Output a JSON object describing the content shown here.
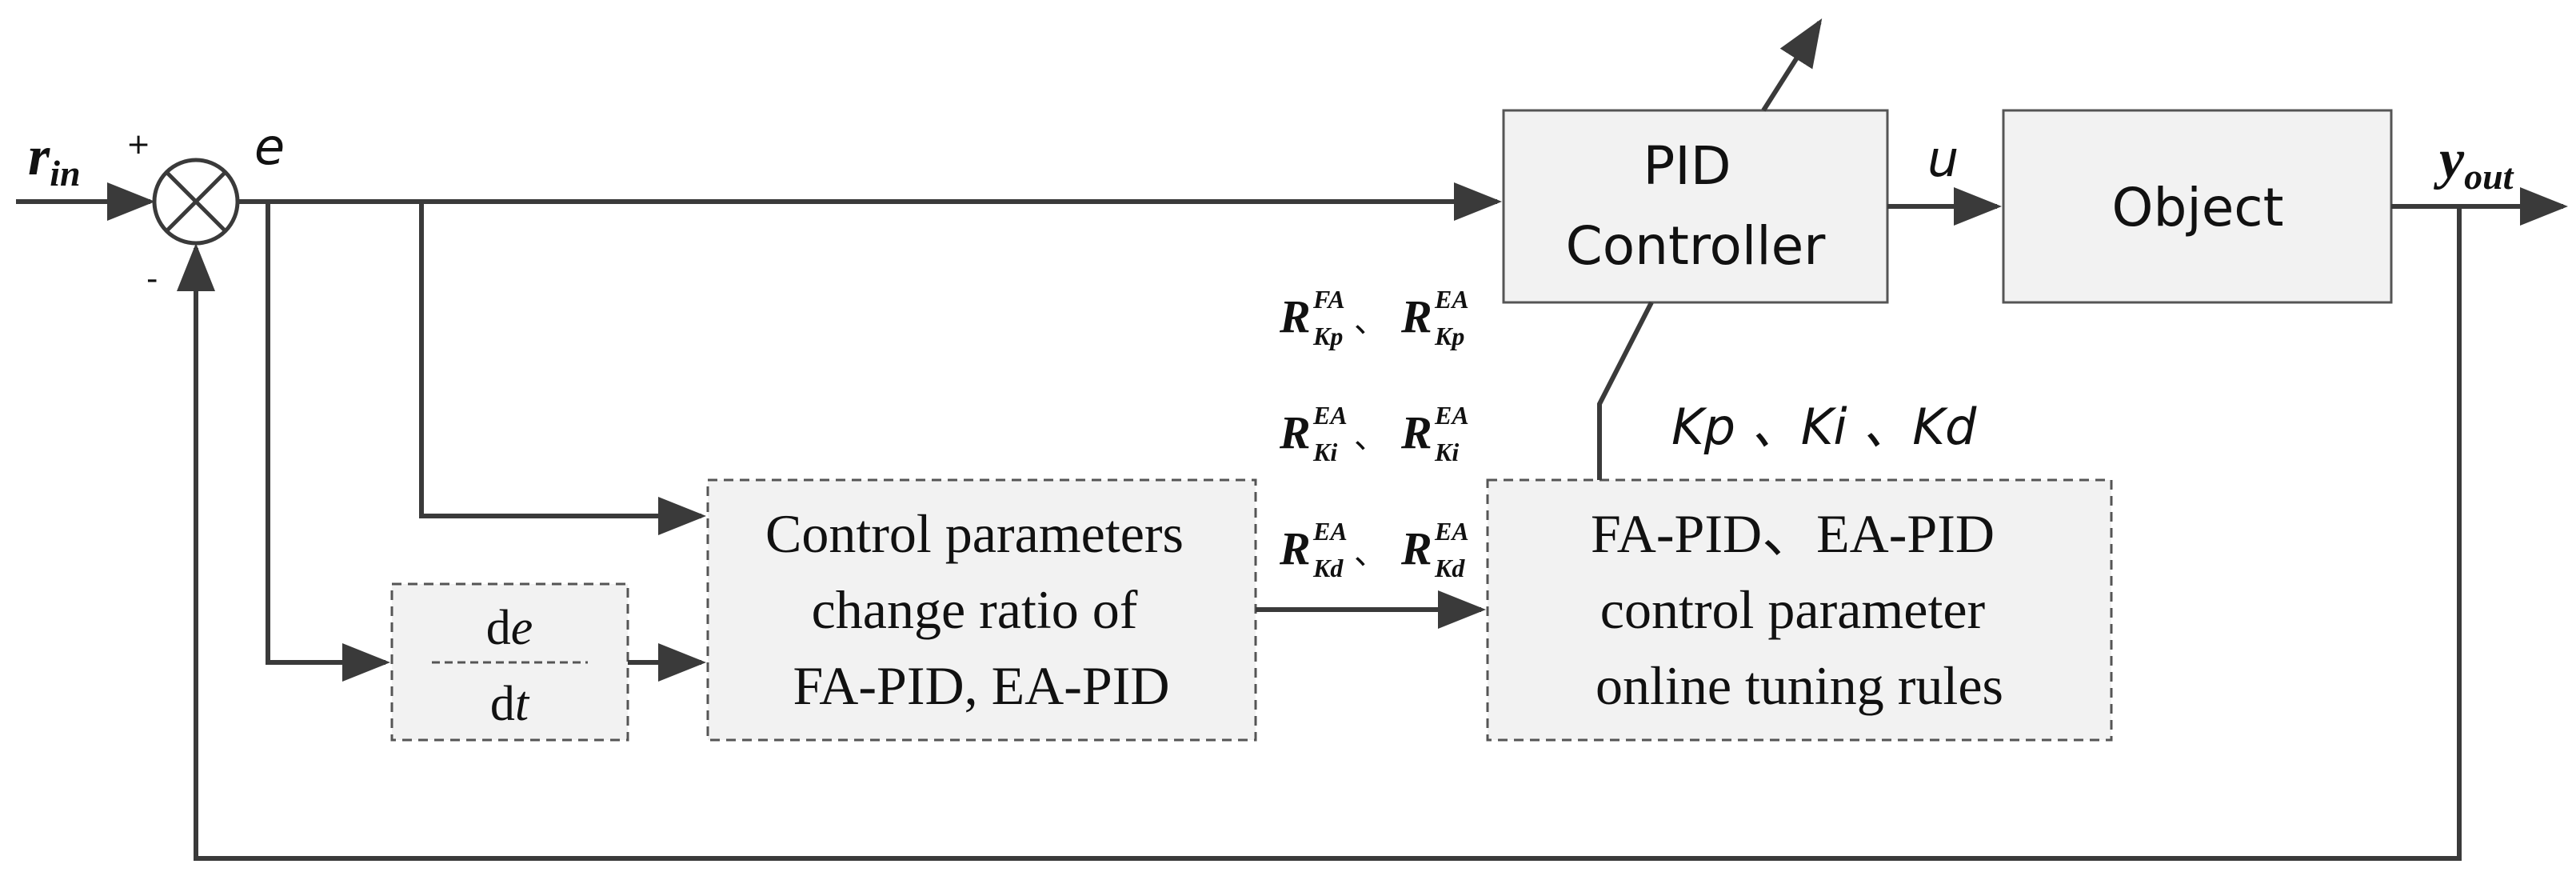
{
  "signals": {
    "r_in": {
      "base": "r",
      "sub": "in"
    },
    "plus": "+",
    "minus": "-",
    "e": "e",
    "u": "u",
    "y_out": {
      "base": "y",
      "sub": "out"
    },
    "gains": "Kp 、Ki 、Kd"
  },
  "blocks": {
    "pid": {
      "line1": "PID",
      "line2": "Controller"
    },
    "object": {
      "label": "Object"
    },
    "derivative": {
      "num_d": "d",
      "num_var": "e",
      "den_d": "d",
      "den_var": "t"
    },
    "ratio": {
      "line1": "Control parameters",
      "line2": "change ratio of",
      "line3": "FA-PID, EA-PID"
    },
    "rules": {
      "line1": "FA-PID、EA-PID",
      "line2": "control parameter",
      "line3": "online tuning rules"
    }
  },
  "ratios": [
    {
      "a_base": "R",
      "a_sup": "FA",
      "a_sub": "Kp",
      "sep": "、",
      "b_base": "R",
      "b_sup": "EA",
      "b_sub": "Kp"
    },
    {
      "a_base": "R",
      "a_sup": "EA",
      "a_sub": "Ki",
      "sep": "、",
      "b_base": "R",
      "b_sup": "EA",
      "b_sub": "Ki"
    },
    {
      "a_base": "R",
      "a_sup": "EA",
      "a_sub": "Kd",
      "sep": "、",
      "b_base": "R",
      "b_sup": "EA",
      "b_sub": "Kd"
    }
  ]
}
